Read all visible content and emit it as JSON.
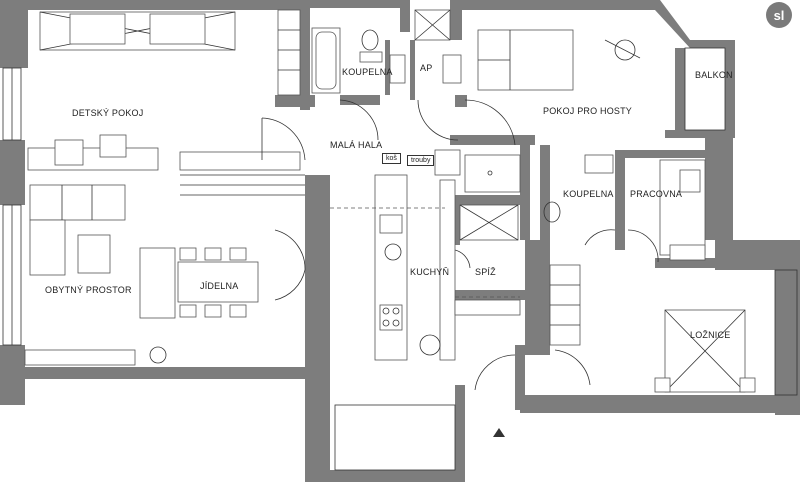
{
  "logo_text": "sl",
  "rooms": {
    "detsky_pokoj": "DETSKÝ POKOJ",
    "koupelna_top": "KOUPELNA",
    "ap": "AP",
    "pokoj_pro_hosty": "POKOJ PRO HOSTY",
    "balkon": "BALKON",
    "mala_hala": "MALÁ HALA",
    "koupelna_mid": "KOUPELNA",
    "pracovna": "PRACOVNA",
    "obytny_prostor": "OBYTNÝ PROSTOR",
    "jidelna": "JÍDELNA",
    "kuchyn": "KUCHYŇ",
    "spiz": "SPÍŽ",
    "loznice": "LOŽNICE"
  },
  "tags": {
    "kos": "koš",
    "trouby": "trouby"
  }
}
